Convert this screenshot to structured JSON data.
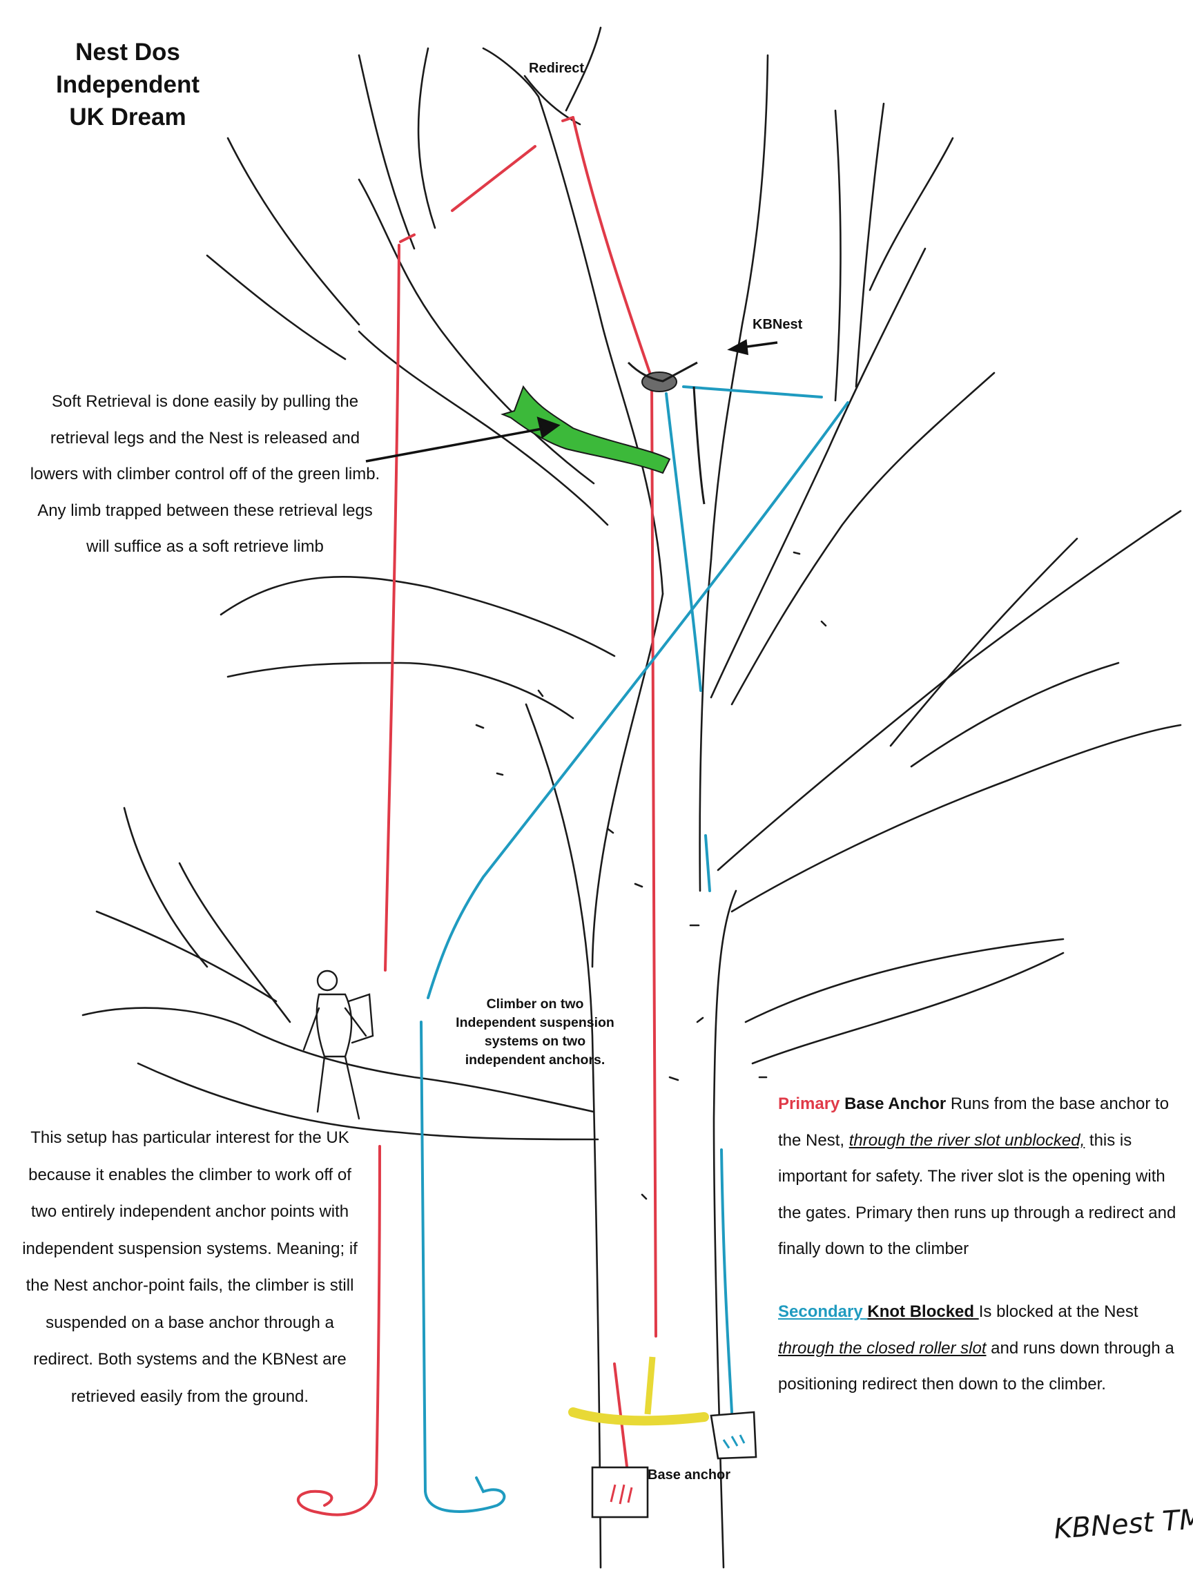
{
  "title": {
    "line1": "Nest Dos",
    "line2": "Independent",
    "line3": "UK Dream"
  },
  "labels": {
    "redirect": "Redirect",
    "kbnest": "KBNest",
    "climber": "Climber on two Independent suspension systems on two independent anchors.",
    "base_anchor": "Base anchor"
  },
  "soft_retrieval": "Soft Retrieval is done easily by pulling the retrieval legs and the Nest is released and lowers with climber control off of the green limb. Any limb trapped between these retrieval legs will suffice as a soft retrieve limb",
  "uk_note": "This setup has particular interest for the UK because it enables the climber to work off of two entirely independent anchor points with independent suspension systems. Meaning; if the Nest anchor-point fails, the climber is still suspended on a base anchor through a redirect. Both systems and the KBNest are retrieved easily from the ground.",
  "primary": {
    "head_colored": "Primary",
    "head_bold": "Base Anchor",
    "text_1": " Runs from the base anchor to the Nest, ",
    "text_italic": "through the river slot unblocked,",
    "text_2": " this is important for safety. The river slot is the opening with the gates. Primary then runs up through a redirect and finally down to the climber"
  },
  "secondary": {
    "head_colored": "Secondary ",
    "head_bold": " Knot Blocked ",
    "text_1": "Is blocked at the Nest ",
    "text_italic": "through the closed roller slot",
    "text_2": " and runs down through a positioning redirect then down to the climber."
  },
  "signature": "KBNest TM.",
  "colors": {
    "primary_rope": "#e03a48",
    "secondary_rope": "#1f9bc0",
    "green_limb": "#3cb93a",
    "base_strap": "#e8d936",
    "tree_ink": "#1a1a1a"
  }
}
